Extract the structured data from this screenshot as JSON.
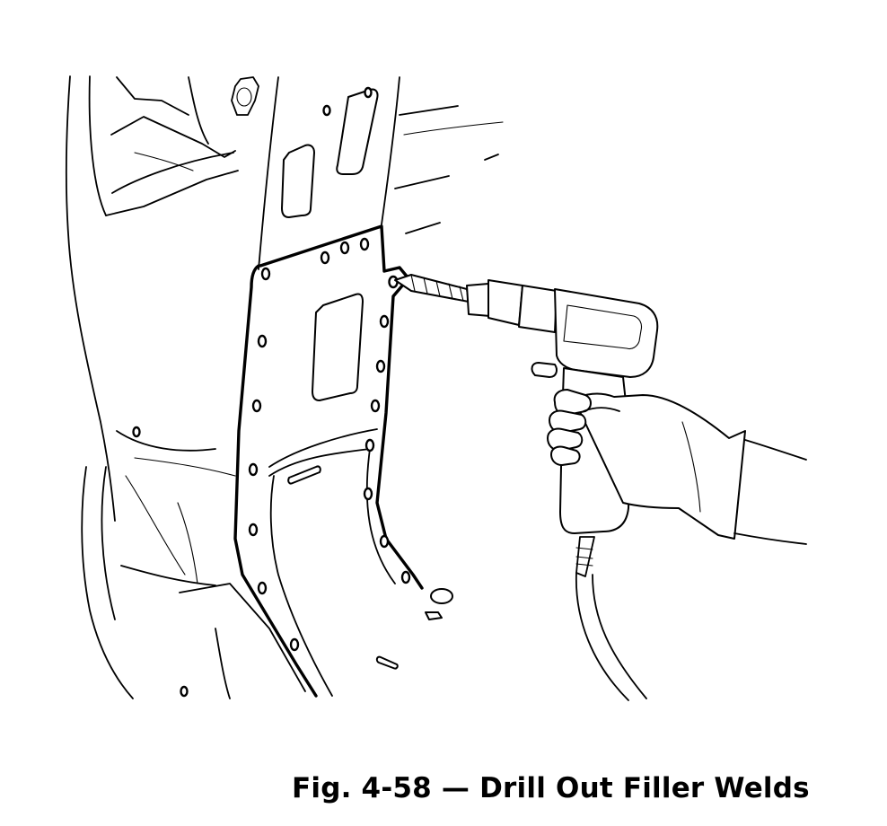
{
  "figure": {
    "caption": "Fig. 4-58 — Drill Out Filler Welds",
    "colors": {
      "ink": "#000000",
      "paper": "#ffffff"
    },
    "parts": [
      "body-pillar",
      "filler-panel",
      "weld-spots",
      "drill",
      "drill-bit",
      "hand",
      "air-hose"
    ]
  }
}
